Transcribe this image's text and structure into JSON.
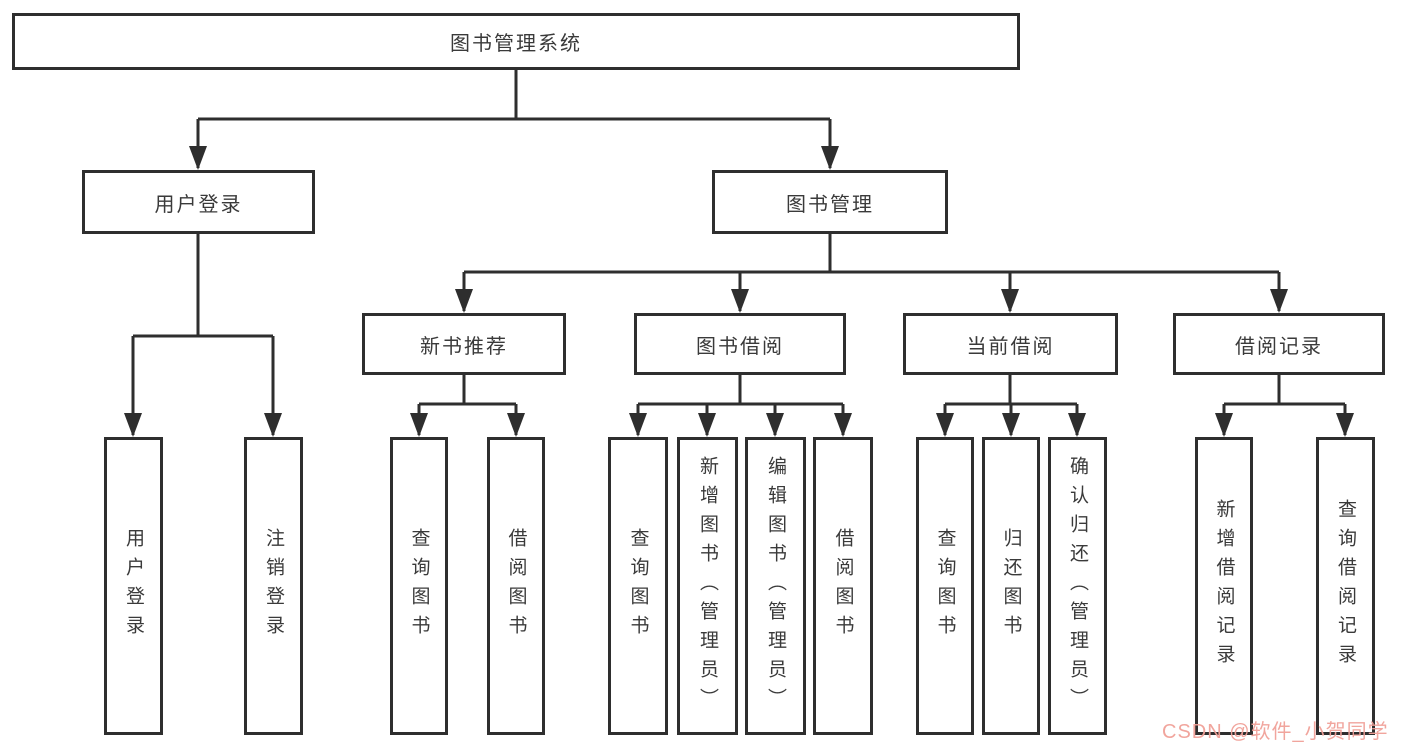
{
  "diagram": {
    "root": "图书管理系统",
    "branches": [
      {
        "label": "用户登录",
        "children": [
          {
            "label": "用户登录"
          },
          {
            "label": "注销登录"
          }
        ]
      },
      {
        "label": "图书管理",
        "sections": [
          {
            "label": "新书推荐",
            "children": [
              {
                "label": "查询图书"
              },
              {
                "label": "借阅图书"
              }
            ]
          },
          {
            "label": "图书借阅",
            "children": [
              {
                "label": "查询图书"
              },
              {
                "label": "新增图书（管理员）"
              },
              {
                "label": "编辑图书（管理员）"
              },
              {
                "label": "借阅图书"
              }
            ]
          },
          {
            "label": "当前借阅",
            "children": [
              {
                "label": "查询图书"
              },
              {
                "label": "归还图书"
              },
              {
                "label": "确认归还（管理员）"
              }
            ]
          },
          {
            "label": "借阅记录",
            "children": [
              {
                "label": "新增借阅记录"
              },
              {
                "label": "查询借阅记录"
              }
            ]
          }
        ]
      }
    ]
  },
  "watermark": "CSDN @软件_小贺同学",
  "colors": {
    "line": "#2e2e2e",
    "text": "#3a3a3a",
    "watermark": "#f0a098",
    "background": "#ffffff"
  }
}
